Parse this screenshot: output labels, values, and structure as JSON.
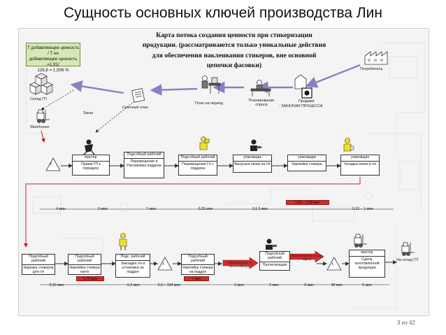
{
  "slide": {
    "title": "Сущность основных ключей производства Лин",
    "page_number": "3 из 42"
  },
  "heading": {
    "line1": "Карта потока создания ценности при стикеризации",
    "line2": "продукции. (рассматриваются только уникальные действия",
    "line3": "для обеспечения наклеивания стикеров, вне основной",
    "line4": "цепочки фасовки)"
  },
  "value_note": {
    "line1": "Т добавляющее ценность / Т не",
    "line2": "добавляющее ценность =1,91/",
    "line3": "126,8 = 1,506 %"
  },
  "info_flow": {
    "warehouse_label": "Склад ГП",
    "order_label": "Заказ",
    "shift_plan_label": "Сменный план",
    "period_plan_label": "План на период",
    "demand_planning_label": "Планирование спроса",
    "sales_label": "Продажи",
    "customer_process_label": "- ЗАКАЗЧИК ПРОЦЕССА",
    "consumer_label": "Потребитель",
    "forklift_label": "Warehouse"
  },
  "row1": {
    "inventory_mark": "I",
    "process1": {
      "header": "мастер",
      "body": "Прием ГП к передачу"
    },
    "process2": {
      "header": "Подсобный рабочий",
      "body": "Перемещение и Распаковка поддона"
    },
    "process3": {
      "header": "Подсобный рабочий",
      "body": "Перемещение Гп с поддона"
    },
    "process4": {
      "header": "упаковщик",
      "body": "Выгрузка пачек из г/я"
    },
    "process5": {
      "header": "упаковщик",
      "body": "Наклейка стикера"
    },
    "process6": {
      "header": "упаковщик",
      "body": "Укладка пачек в г/я"
    }
  },
  "timeline1": {
    "red_bar": "0,66 – 2,66 мин",
    "segments": [
      "4 мин",
      "5 мин",
      "7 мин",
      "0,25 мин",
      "0,1 5 мин",
      "0,21 – 1 мин"
    ]
  },
  "row2": {
    "process1": {
      "header": "Подсобный рабочий",
      "body": "Нарезка стикеров для г/я"
    },
    "process2": {
      "header": "Подсобный рабочий",
      "body": "Наклейка стикера нат/я"
    },
    "process3": {
      "header": "Подс. рабочий",
      "body": "Закладка г/я и установка на поддон"
    },
    "process4": {
      "header": "Подсобный рабочий",
      "body": "Наклейка стикера на поддон"
    },
    "transfer1": "Перемещение к паллетайзеру",
    "process5": {
      "header": "Подсобный рабочий",
      "body": "Паллетизация"
    },
    "transfer2": "Перемещение в зону сдачи",
    "process6": {
      "header": "мастер",
      "body": "Сдача изготовленной продукции"
    },
    "inventory_mark": "I",
    "finished_goods_label": "На склад ГП"
  },
  "timeline2": {
    "red_bar1": "0,76 мин",
    "red_bar2": "7 мин",
    "segments": [
      "0,15 мин",
      "0,2 мин",
      "2,2 – 194 мин",
      "3 мин",
      "2 мин",
      "3 мин",
      "40 мин",
      "5 мин"
    ]
  },
  "colors": {
    "note_green": "#d6e8b4",
    "timeline_bar": "#d42b2b",
    "worker_yellow": "#f2e21c",
    "arrow_red": "#c82020",
    "lilac_arrow": "#8e7cc3",
    "push_arrow": "#333333"
  }
}
